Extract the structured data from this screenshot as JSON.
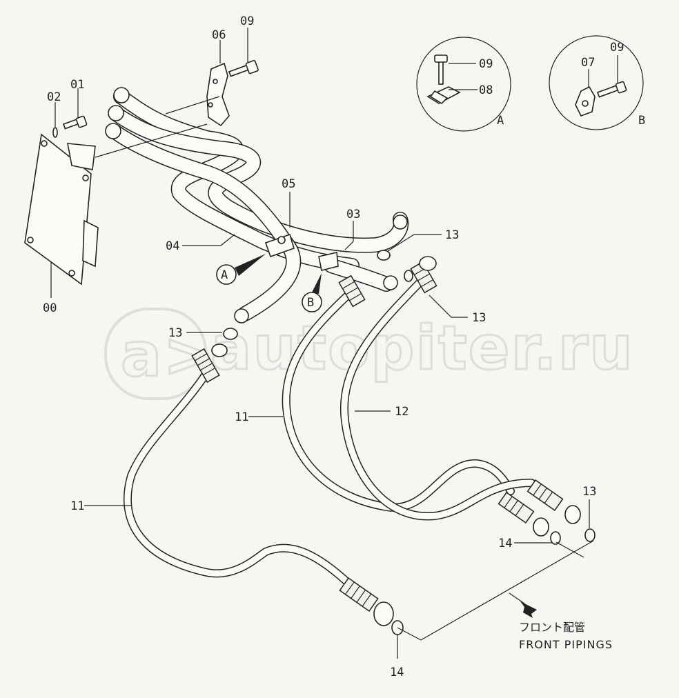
{
  "watermark": "autopiter.ru",
  "parts": {
    "p00": "00",
    "p01": "01",
    "p02": "02",
    "p03": "03",
    "p04": "04",
    "p05": "05",
    "p06": "06",
    "p07": "07",
    "p08": "08",
    "p09a": "09",
    "p09b": "09",
    "p09c": "09",
    "p11a": "11",
    "p11b": "11",
    "p12": "12",
    "p13a": "13",
    "p13b": "13",
    "p13c": "13",
    "p13d": "13",
    "p14a": "14",
    "p14b": "14"
  },
  "details": {
    "a": "A",
    "b": "B"
  },
  "views": {
    "a": "A",
    "b": "B"
  },
  "front": {
    "jp": "フロント配管",
    "en": "FRONT PIPINGS"
  }
}
